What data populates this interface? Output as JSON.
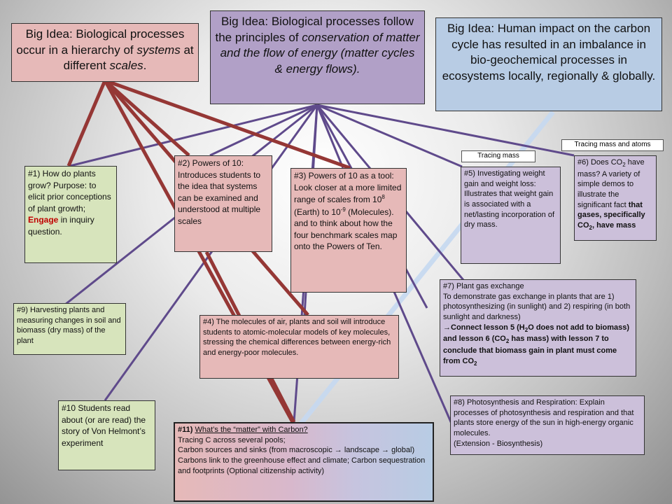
{
  "big_ideas": {
    "hierarchy": {
      "line1": "Big Idea: Biological processes occur in a hierarchy of",
      "systems": "systems",
      "mid": "at different",
      "scales": "scales",
      "end": "."
    },
    "conservation": {
      "line1": "Big Idea: Biological processes follow the principles of",
      "italic": "conservation of matter and the flow of energy (matter cycles & energy flows)."
    },
    "human": {
      "text": "Big Idea: Human impact on the carbon cycle has resulted in an imbalance in bio-geochemical processes in ecosystems locally, regionally & globally."
    }
  },
  "tags": {
    "tracing_mass": "Tracing mass",
    "tracing_mass_atoms": "Tracing mass and atoms"
  },
  "boxes": {
    "b1": {
      "pre": "#1) How do plants grow? Purpose: to elicit prior conceptions of plant growth;",
      "engage": "Engage",
      "post": "in inquiry question."
    },
    "b2": {
      "text": "#2) Powers of 10: Introduces students to the idea that systems can be examined and understood at multiple scales"
    },
    "b3": {
      "pre": "#3) Powers of 10 as a tool: Look closer at a more limited range of scales from 10",
      "sup1": "8",
      "mid": "(Earth) to 10",
      "sup2": "-9",
      "post": "(Molecules). and to think about how the four benchmark scales map onto the Powers of Ten."
    },
    "b4": {
      "text": "#4) The molecules of air, plants and soil will introduce students to atomic-molecular models of key molecules, stressing the chemical differences between energy-rich and energy-poor molecules."
    },
    "b5": {
      "text": "#5) Investigating weight gain and weight loss: Illustrates that weight gain is associated with a net/lasting incorporation of dry mass."
    },
    "b6": {
      "pre": "#6) Does CO",
      "sub": "2",
      "mid": "have mass? A variety of simple demos to illustrate the significant fact",
      "bold1": "that gases, specifically CO",
      "bold_sub": "2",
      "bold2": ", have mass"
    },
    "b7": {
      "title": "#7) Plant gas exchange",
      "body": "To demonstrate gas exchange in plants that are 1) photosynthesizing (in sunlight) and 2) respiring (in both sunlight and darkness)",
      "arrow": "→",
      "bold_a": "Connect lesson 5 (H",
      "bold_sub1": "2",
      "bold_b": "O does not add to biomass) and lesson 6 (CO",
      "bold_sub2": "2",
      "bold_c": "has mass) with lesson 7 to conclude that biomass gain in plant must come from CO",
      "bold_sub3": "2"
    },
    "b8": {
      "text": "#8) Photosynthesis and Respiration: Explain processes of photosynthesis and respiration and that plants store energy of the sun in high-energy organic molecules.",
      "ext": "(Extension - Biosynthesis)"
    },
    "b9": {
      "text": "#9) Harvesting plants and measuring changes in soil and biomass (dry mass) of the plant"
    },
    "b10": {
      "text": "#10 Students read about (or are read) the story of Von Helmont’s experiment"
    },
    "b11": {
      "num": "#11)",
      "title": "What’s the “matter” with Carbon?",
      "l1": "Tracing C across several pools;",
      "l2a": "Carbon sources and sinks (from macroscopic",
      "arrow": "→",
      "l2b": "landscape",
      "l2c": "global)",
      "l3": "Carbons link to the greenhouse effect and climate; Carbon sequestration and footprints (Optional citizenship activity)"
    }
  },
  "colors": {
    "red_line": "#953735",
    "purple_line": "#5f4a8b",
    "blue_line": "#8eb4e3"
  }
}
